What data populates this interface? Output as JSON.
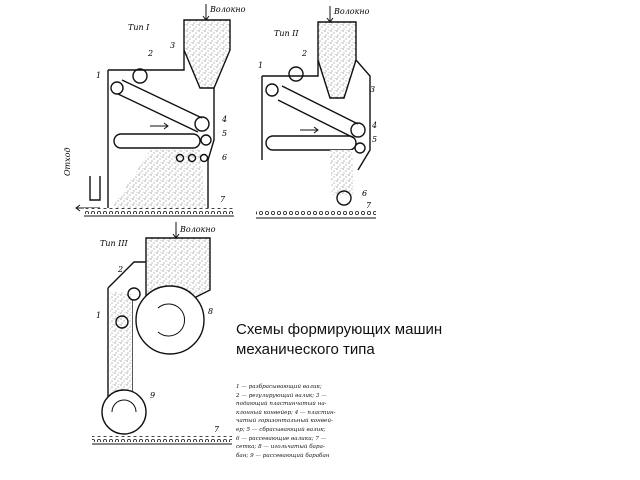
{
  "diagram": {
    "type_labels": {
      "type1": "Тип I",
      "type2": "Тип II",
      "type3": "Тип III"
    },
    "fiber_label": "Волокно",
    "waste_label": "Отход",
    "part_numbers": [
      "1",
      "2",
      "3",
      "4",
      "5",
      "6",
      "7",
      "8",
      "9"
    ]
  },
  "caption": {
    "line1": "Схемы формирующих машин",
    "line2": "механического типа"
  },
  "legend": {
    "lines": [
      "1 — разбрасывающий валик;",
      "2 — регулирующий валик; 3 —",
      "подающий пластинчатый на-",
      "клонный конвейер; 4 — пластин-",
      "чатый горизонтальный конвей-",
      "ер; 5 — сбрасывающий валик;",
      "6 — рассевающие валики; 7 —",
      "сетка; 8 — игольчатый бара-",
      "бан; 9 — рассевающий барабан"
    ]
  }
}
